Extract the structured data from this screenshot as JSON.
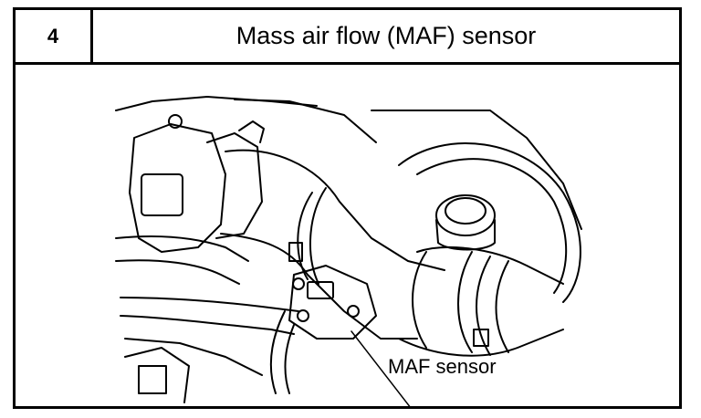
{
  "step": {
    "number": "4"
  },
  "title": "Mass air flow (MAF) sensor",
  "illustration": {
    "callout_label": "MAF sensor",
    "ink_color": "#000000"
  }
}
